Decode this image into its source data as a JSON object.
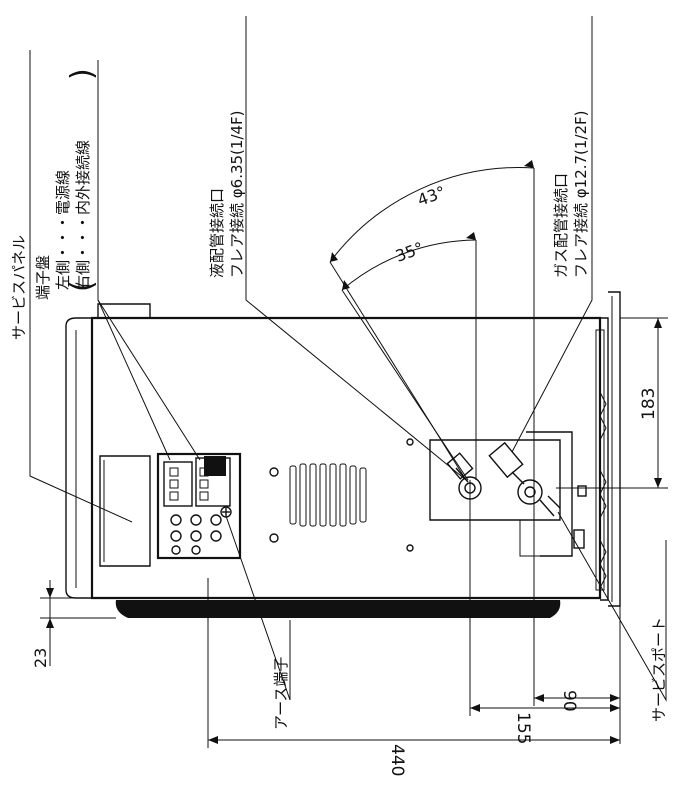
{
  "labels": {
    "terminal_board": {
      "title": "端子盤",
      "line1": "左側・・・電源線",
      "line2": "右側・・・内外接続線"
    },
    "service_panel": "サービスパネル",
    "liquid_port": {
      "line1": "液配管接続口",
      "line2": "フレア接続 φ6.35(1/4F)"
    },
    "gas_port": {
      "line1": "ガス配管接続口",
      "line2": "フレア接続 φ12.7(1/2F)"
    },
    "earth_terminal": "アース端子",
    "service_port": "サービスポート"
  },
  "dimensions": {
    "d23": "23",
    "d183": "183",
    "d90": "90",
    "d155": "155",
    "d440": "440",
    "angle_43": "43°",
    "angle_35": "35°"
  }
}
